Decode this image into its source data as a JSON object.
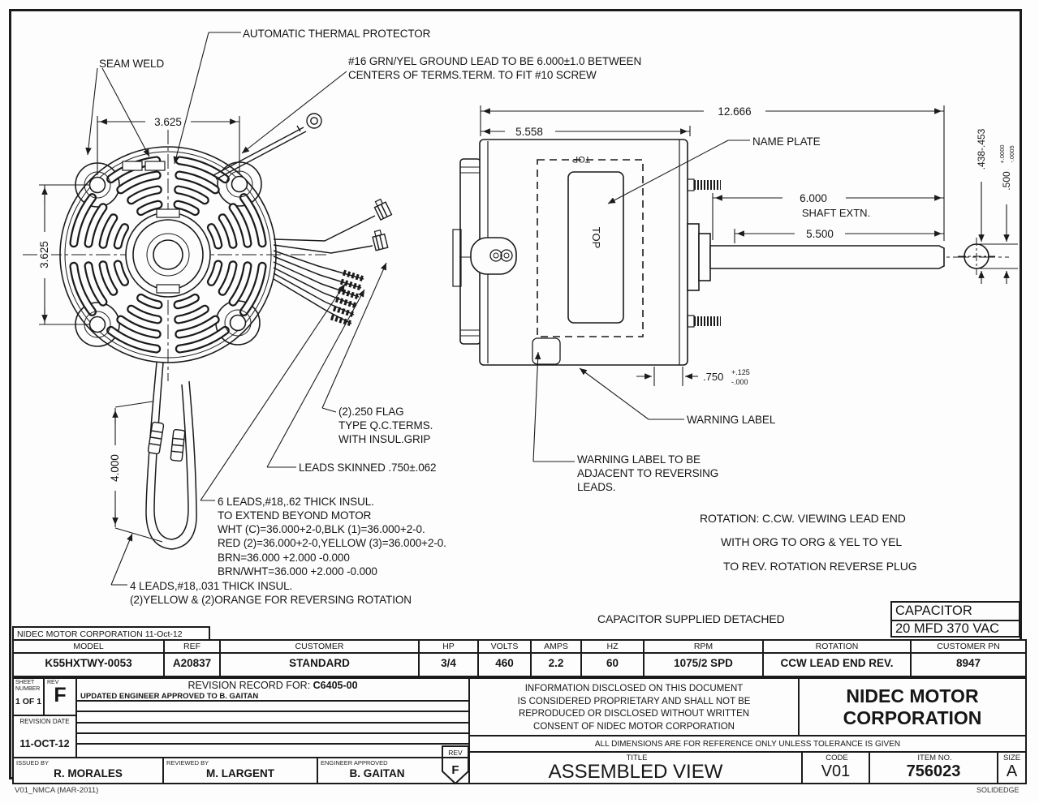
{
  "drawing": {
    "callouts": {
      "automatic_thermal_protector": "AUTOMATIC THERMAL PROTECTOR",
      "seam_weld": "SEAM WELD",
      "ground_lead_lines": [
        "#16 GRN/YEL GROUND LEAD TO BE 6.000±1.0 BETWEEN",
        "CENTERS OF TERMS.TERM. TO FIT #10 SCREW"
      ],
      "name_plate": "NAME PLATE",
      "flag_terms_lines": [
        "(2).250 FLAG",
        "TYPE Q.C.TERMS.",
        "WITH INSUL.GRIP"
      ],
      "leads_skinned": "LEADS SKINNED .750±.062",
      "six_leads_lines": [
        "6 LEADS,#18,.62 THICK INSUL.",
        "TO EXTEND BEYOND MOTOR",
        "WHT (C)=36.000+2-0,BLK (1)=36.000+2-0.",
        "RED (2)=36.000+2-0,YELLOW (3)=36.000+2-0.",
        "BRN=36.000 +2.000 -0.000",
        "BRN/WHT=36.000 +2.000 -0.000"
      ],
      "four_leads_lines": [
        "4 LEADS,#18,.031 THICK INSUL.",
        "(2)YELLOW & (2)ORANGE FOR  REVERSING ROTATION"
      ],
      "warning_label": "WARNING LABEL",
      "warning_label_note_lines": [
        "WARNING LABEL TO BE",
        "ADJACENT TO REVERSING",
        "LEADS."
      ],
      "rotation_note_lines": [
        "ROTATION: C.CW. VIEWING LEAD END",
        "WITH ORG TO ORG & YEL TO YEL",
        "TO REV. ROTATION REVERSE PLUG"
      ],
      "capacitor_note": "CAPACITOR SUPPLIED DETACHED",
      "top_marking": "TOP"
    },
    "dimensions": {
      "front_bolt_h": "3.625",
      "front_bolt_v": "3.625",
      "leads_length": "4.000",
      "overall": "12.666",
      "body": "5.558",
      "shaft_extension": "6.000",
      "shaft_extension_label": "SHAFT EXTN.",
      "shaft_usable": "5.500",
      "stud": ".750",
      "stud_tol_plus": "+.125",
      "stud_tol_minus": "-.000",
      "shaft_flat": ".438-.453",
      "shaft_dia": ".500",
      "shaft_dia_tol_plus": "+.0000",
      "shaft_dia_tol_minus": "-.0005"
    },
    "capacitor_box": {
      "line1": "CAPACITOR",
      "line2": "20 MFD 370 VAC"
    }
  },
  "stamp": "NIDEC MOTOR CORPORATION 11-Oct-12",
  "table": {
    "headers": [
      "MODEL",
      "REF",
      "CUSTOMER",
      "HP",
      "VOLTS",
      "AMPS",
      "HZ",
      "RPM",
      "ROTATION",
      "CUSTOMER PN"
    ],
    "values": [
      "K55HXTWY-0053",
      "A20837",
      "STANDARD",
      "3/4",
      "460",
      "2.2",
      "60",
      "1075/2 SPD",
      "CCW LEAD END REV.",
      "8947"
    ]
  },
  "title_block": {
    "sheet_label": "SHEET NUMBER",
    "sheet_value": "1 OF 1",
    "rev_label": "REV",
    "rev_value": "F",
    "revision_record_prefix": "REVISION RECORD FOR: ",
    "revision_record_number": "C6405-00",
    "revision_rows": [
      "UPDATED ENGINEER APPROVED TO B. GAITAN",
      "",
      "",
      "",
      "",
      ""
    ],
    "revision_date_label": "REVISION DATE",
    "revision_date_value": "11-OCT-12",
    "issued_by_label": "ISSUED BY",
    "issued_by": "R. MORALES",
    "reviewed_by_label": "REVIEWED BY",
    "reviewed_by": "M. LARGENT",
    "engineer_label": "ENGINEER APPROVED",
    "engineer": "B. GAITAN",
    "rev_flag_label": "REV",
    "rev_flag_value": "F",
    "disclaimer_lines": [
      "INFORMATION DISCLOSED ON THIS DOCUMENT",
      "IS CONSIDERED PROPRIETARY AND SHALL NOT BE",
      "REPRODUCED OR DISCLOSED WITHOUT WRITTEN",
      "CONSENT OF NIDEC MOTOR CORPORATION"
    ],
    "company_line1": "NIDEC MOTOR",
    "company_line2": "CORPORATION",
    "tolerance_note": "ALL DIMENSIONS ARE FOR REFERENCE ONLY UNLESS TOLERANCE IS GIVEN",
    "title_label": "TITLE",
    "title": "ASSEMBLED VIEW",
    "code_label": "CODE",
    "code": "V01",
    "item_label": "ITEM NO.",
    "item": "756023",
    "size_label": "SIZE",
    "size": "A"
  },
  "footer": {
    "left": "V01_NMCA (MAR-2011)",
    "right": "SOLIDEDGE"
  }
}
